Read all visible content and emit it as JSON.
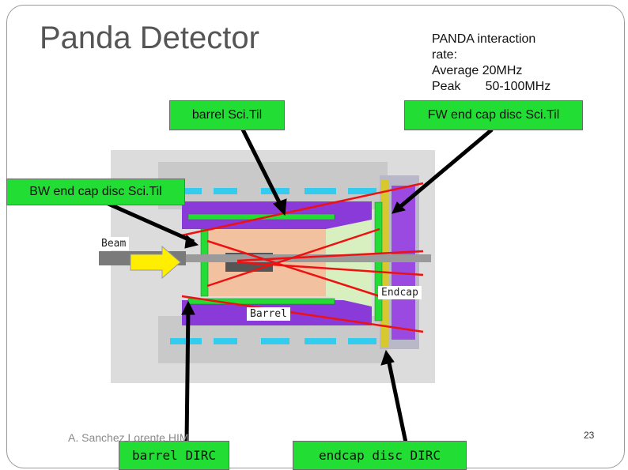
{
  "slide": {
    "title": "Panda Detector",
    "rate_lines": [
      "PANDA interaction",
      "rate:",
      "Average 20MHz",
      "Peak       50-100MHz"
    ],
    "footer": "A. Sanchez Lorente HIM",
    "page_number": "23"
  },
  "labels": {
    "barrel_scitil": "barrel Sci.Til",
    "fw_endcap_scitil": "FW end cap disc Sci.Til",
    "bw_endcap_scitil": "BW end cap disc Sci.Til",
    "barrel_dirc": "barrel DIRC",
    "endcap_dirc": "endcap disc DIRC"
  },
  "figure_labels": {
    "beam": "Beam",
    "endcap": "Endcap",
    "barrel": "Barrel"
  },
  "colors": {
    "label_box": "#22dd33",
    "arrow": "#000000",
    "red_lines": "#ee1111",
    "magnet": "#8a3ad8",
    "emc": "#f2c2a0",
    "beam_pipe": "#ffee00"
  }
}
